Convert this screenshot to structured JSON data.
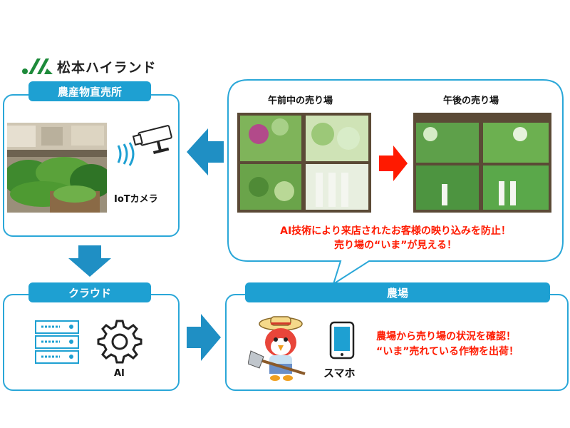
{
  "logo": {
    "text": "松本ハイランド"
  },
  "store_panel": {
    "title": "農産物直売所",
    "camera_label": "IoTカメラ"
  },
  "bubble": {
    "morning_label": "午前中の売り場",
    "afternoon_label": "午後の売り場",
    "message_line1": "AI技術により来店されたお客様の映り込みを防止！",
    "message_line2": "売り場の“いま”が見える！"
  },
  "cloud_panel": {
    "title": "クラウド",
    "ai_label": "AI"
  },
  "farm_panel": {
    "title": "農場",
    "phone_label": "スマホ",
    "message_line1": "農場から売り場の状況を確認！",
    "message_line2": "“いま”売れている作物を出荷！"
  },
  "colors": {
    "accent": "#1ea0d2",
    "arrow": "#1f8fc4",
    "alert": "#ff1a00",
    "red_arrow": "#ff1a00"
  }
}
